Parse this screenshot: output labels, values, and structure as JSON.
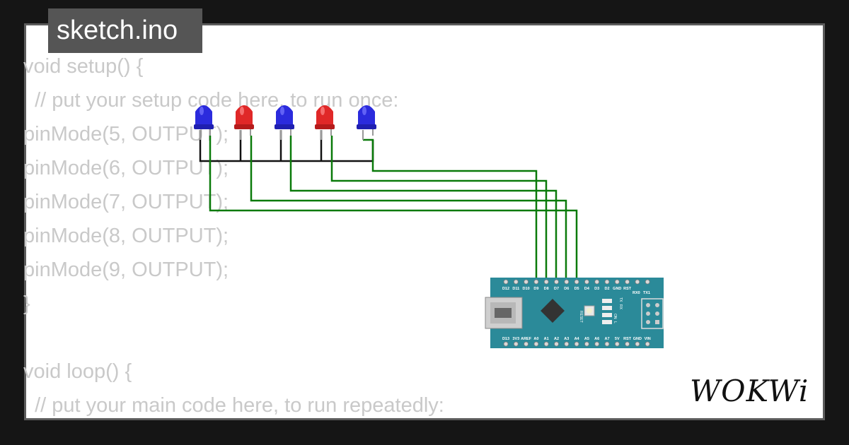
{
  "file_tab": {
    "title": "sketch.ino"
  },
  "code_lines": [
    "void setup() {",
    "  // put your setup code here, to run once:",
    "pinMode(5, OUTPUT);",
    "pinMode(6, OUTPUT);",
    "pinMode(7, OUTPUT);",
    "pinMode(8, OUTPUT);",
    "pinMode(9, OUTPUT);",
    "}",
    "",
    "void loop() {",
    "  // put your main code here, to run repeatedly:"
  ],
  "leds": [
    {
      "color": "blue"
    },
    {
      "color": "red"
    },
    {
      "color": "blue"
    },
    {
      "color": "red"
    },
    {
      "color": "blue"
    }
  ],
  "colors": {
    "led_blue": "#2b2bdd",
    "led_red": "#e02828",
    "wire_signal": "#0a7a0a",
    "wire_ground": "#111111",
    "board": "#2b8a99",
    "code_text": "#c9c9c9"
  },
  "board": {
    "top_pin_labels": [
      "D12",
      "D11",
      "D10",
      "D9",
      "D8",
      "D7",
      "D6",
      "D5",
      "D4",
      "D3",
      "D2",
      "GND",
      "RST"
    ],
    "serial_labels": [
      "RX0",
      "TX1"
    ],
    "bottom_pin_labels": [
      "D13",
      "3V3",
      "AREF",
      "A0",
      "A1",
      "A2",
      "A3",
      "A4",
      "A5",
      "A6",
      "A7",
      "5V",
      "RST",
      "GND",
      "VIN"
    ],
    "reset_label": "RESET",
    "indicator_labels": [
      "TX",
      "RX",
      "ON",
      "L"
    ]
  },
  "logo": {
    "text": "WOKWi"
  }
}
